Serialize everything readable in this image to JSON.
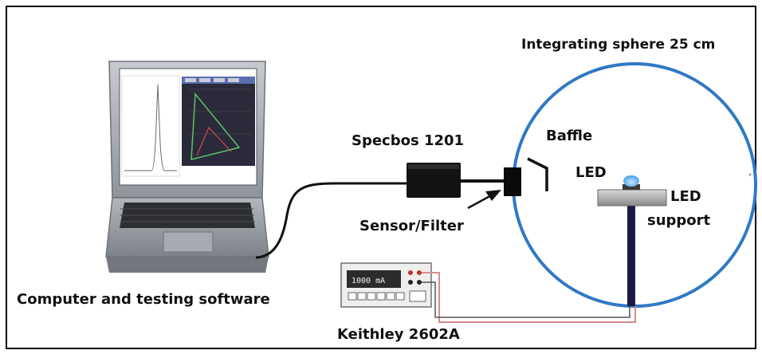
{
  "labels": {
    "sphere": "Integrating sphere 25 cm",
    "specbos": "Specbos 1201",
    "baffle": "Baffle",
    "led": "LED",
    "led_support_line1": "LED",
    "led_support_line2": "support",
    "sensor_filter": "Sensor/Filter",
    "computer": "Computer and testing software",
    "keithley": "Keithley 2602A"
  },
  "keithley_display": "1000 mA",
  "colors": {
    "sphere": "#2f79c5",
    "cable": "#111111",
    "current_wire": "#d98c8c",
    "rod": "#1c1a45",
    "led_glow": "#3f9ee8",
    "frame": "#000000"
  }
}
